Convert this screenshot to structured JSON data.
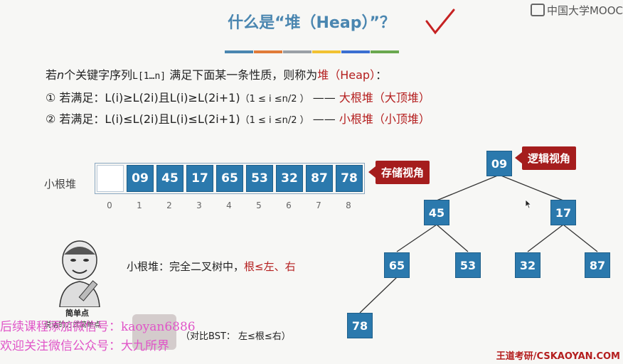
{
  "title": "什么是“堆（Heap）”？",
  "logo": "中国大学MOOC",
  "accent_colors": [
    "#4a86b0",
    "#e07b39",
    "#9aa0a6",
    "#f1c232",
    "#3c6fd1",
    "#6aa84f"
  ],
  "definition": {
    "line1_a": "若",
    "line1_n": "n",
    "line1_b": "个关键字序列",
    "line1_seq": "L[1…n]",
    "line1_c": " 满足下面某一条性质，则称为",
    "line1_heap": "堆（Heap）",
    "line1_end": "：",
    "line2_a": "① 若满足：L(i)≥L(2i)且L(i)≥L(2i+1)",
    "line2_range": "（1 ≤ i ≤n/2 ）",
    "line2_dash": " —— ",
    "line2_name": "大根堆（大顶堆）",
    "line3_a": "② 若满足：L(i)≤L(2i)且L(i)≤L(2i+1)",
    "line3_range": "（1 ≤ i ≤n/2 ）",
    "line3_dash": " —— ",
    "line3_name": "小根堆（小顶堆）"
  },
  "array": {
    "label": "小根堆",
    "cells": [
      "",
      "09",
      "45",
      "17",
      "65",
      "53",
      "32",
      "87",
      "78"
    ],
    "indices": [
      "0",
      "1",
      "2",
      "3",
      "4",
      "5",
      "6",
      "7",
      "8"
    ]
  },
  "tags": {
    "storage": "存储视角",
    "logic": "逻辑视角"
  },
  "tree": {
    "nodes": [
      "09",
      "45",
      "17",
      "65",
      "53",
      "32",
      "87",
      "78"
    ]
  },
  "rule": {
    "a": "小根堆：完全二叉树中，",
    "b": "根≤左、右"
  },
  "meme": {
    "caption": "简单点",
    "caption2": "说话的方式简单点"
  },
  "bst_note": "（对比BST：  左≤根≤右）",
  "watermark": {
    "line1": "后续课程添加微信号：kaoyan6886",
    "line2": "欢迎关注微信公众号：大九所界"
  },
  "footer": "王道考研/CSKAOYAN.COM"
}
